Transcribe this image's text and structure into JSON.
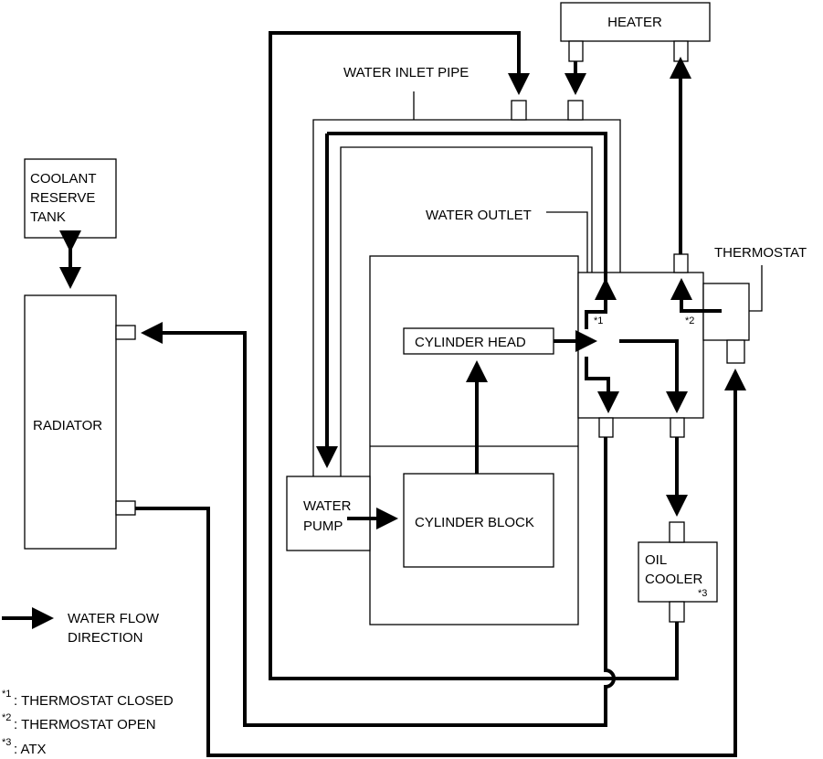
{
  "components": {
    "heater": "HEATER",
    "water_inlet_pipe": "WATER INLET PIPE",
    "coolant_reserve_tank": [
      "COOLANT",
      "RESERVE",
      "TANK"
    ],
    "water_outlet": "WATER OUTLET",
    "thermostat": "THERMOSTAT",
    "radiator": "RADIATOR",
    "cylinder_head": "CYLINDER HEAD",
    "cylinder_block": "CYLINDER BLOCK",
    "water_pump": [
      "WATER",
      "PUMP"
    ],
    "oil_cooler": [
      "OIL",
      "COOLER"
    ],
    "oil_cooler_note": "*3"
  },
  "markers": {
    "closed": "*1",
    "open": "*2"
  },
  "legend": {
    "arrow_label": [
      "WATER FLOW",
      "DIRECTION"
    ],
    "notes": [
      {
        "mark": "*1",
        "text": ": THERMOSTAT CLOSED"
      },
      {
        "mark": "*2",
        "text": ": THERMOSTAT OPEN"
      },
      {
        "mark": "*3",
        "text": ": ATX"
      }
    ]
  },
  "colors": {
    "line": "#000000",
    "background": "#ffffff"
  }
}
